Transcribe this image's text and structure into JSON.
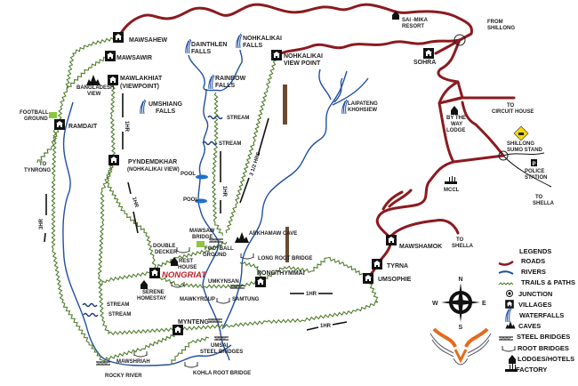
{
  "colors": {
    "road": "#8b1a1f",
    "river": "#1f4ea3",
    "trail": "#4f7d2b",
    "nongriat": "#c0202a",
    "sumo": "#f5d90a"
  },
  "villages": {
    "mawsahew": "MAWSAHEW",
    "mawsawir": "MAWSAWIR",
    "mawlakhiat": "MAWLAKHIAT",
    "mawlakhiat_sub": "(VIEWPOINT)",
    "ramdait": "RAMDAIT",
    "pyndemdkhar": "PYNDEMDKHAR",
    "pyndemdkhar_sub": "(NOHKALIKAI VIEW)",
    "nohkalikai_vp": "NOHKALIKAI",
    "nohkalikai_vp2": "VIEW POINT",
    "sohra": "SOHRA",
    "nongriat": "NONGRIAT",
    "nongthymmai": "NONGTHYMMAI",
    "mynteng": "MYNTENG",
    "mawshamok": "MAWSHAMOK",
    "tyrna": "TYRNA",
    "umsophie": "UMSOPHIE"
  },
  "places": {
    "football1a": "FOOTBALL",
    "football1b": "GROUND",
    "bangladesh_a": "BANGLADESH",
    "bangladesh_b": "VIEW",
    "umshiang_a": "UMSHIANG",
    "umshiang_b": "FALLS",
    "dainthlen_a": "DAINTHLEN",
    "dainthlen_b": "FALLS",
    "nohkalikai_a": "NOHKALIKAI",
    "nohkalikai_b": "FALLS",
    "rainbow_a": "RAINBOW",
    "rainbow_b": "FALLS",
    "stream": "STREAM",
    "pool": "POOL",
    "to_tynrong_a": "TO",
    "to_tynrong_b": "TYNRONG",
    "saimika_a": "SAI -MIKA",
    "saimika_b": "RESORT",
    "from_shillong_a": "FROM",
    "from_shillong_b": "SHILLONG",
    "to_circuit_a": "TO",
    "to_circuit_b": "CIRCUIT HOUSE",
    "lodge_a": "BY THE",
    "lodge_b": "WAY",
    "lodge_c": "LODGE",
    "sumo_a": "SHILLONG",
    "sumo_b": "SUMO STAND",
    "police_a": "POLICE",
    "police_b": "STATION",
    "mccl": "MCCL",
    "to_shella_a": "TO",
    "to_shella_b": "SHELLA",
    "laipateng_a": "LAIPATENG",
    "laipateng_b": "KHOHSIEW",
    "mawsaw_a": "MAWSAW",
    "mawsaw_b": "BRIDGE",
    "football2a": "FOOTBALL",
    "football2b": "GROUND",
    "arkhamaw": "ARKHAMAW CAVE",
    "long_root": "LONG ROOT BRIDGE",
    "double_a": "DOUBLE",
    "double_b": "DECKER",
    "rest_a": "REST",
    "rest_b": "HOUSE",
    "serene_a": "SERENE",
    "serene_b": "HOMESTAY",
    "umkynsan": "UMKYNSAN",
    "mawkyrdup": "MAWKYRDUP",
    "samtung": "SAMTUNG",
    "umsai_a": "UMSAI",
    "umsai_b": "STEEL BRIDGES",
    "mawshriah": "MAWSHRIAH",
    "rocky": "ROCKY RIVER",
    "kohla": "KOHLA ROOT BRIDGE"
  },
  "durations": {
    "one_hr": "1HR",
    "three_half": "3 1/2 HRS",
    "three_hr": "3HR"
  },
  "compass": {
    "n": "N",
    "s": "S",
    "e": "E",
    "w": "W"
  },
  "legend": {
    "title": "LEGENDS",
    "items": [
      "ROADS",
      "RIVERS",
      "TRAILS & PATHS",
      "JUNCTION",
      "VILLAGES",
      "WATERFALLS",
      "CAVES",
      "STEEL BRIDGES",
      "ROOT BRIDGES",
      "LODGES/HOTELS",
      "FACTORY"
    ]
  }
}
